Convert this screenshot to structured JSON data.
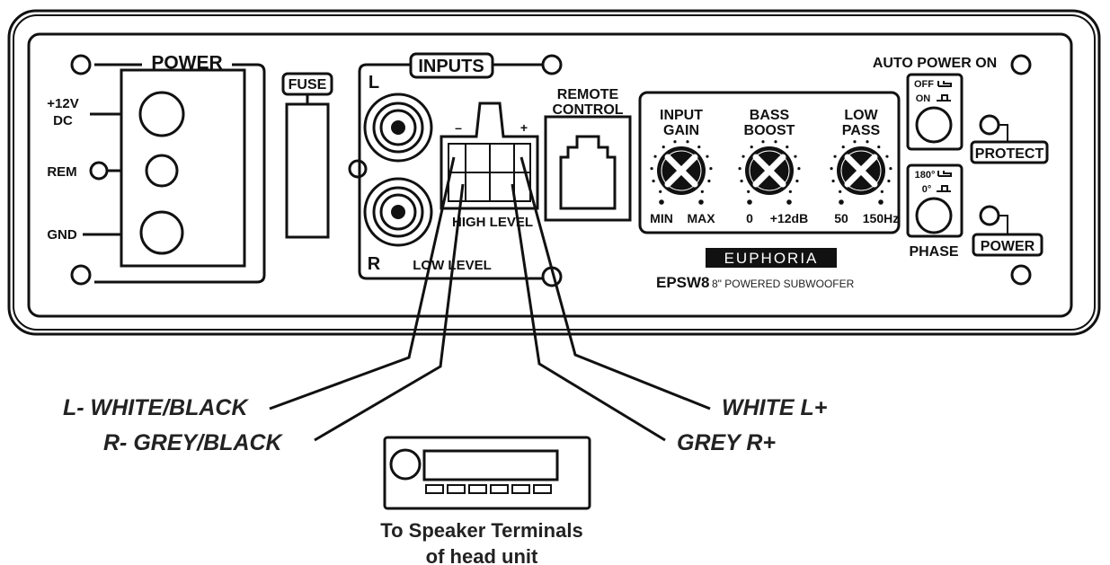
{
  "panel": {
    "power_section": {
      "title": "POWER",
      "plus12v_line1": "+12V",
      "plus12v_line2": "DC",
      "rem": "REM",
      "gnd": "GND"
    },
    "fuse": "FUSE",
    "inputs": {
      "title": "INPUTS",
      "left": "L",
      "right": "R",
      "minus": "–",
      "plus": "+",
      "high_level": "HIGH LEVEL",
      "low_level": "LOW LEVEL"
    },
    "remote_control": {
      "line1": "REMOTE",
      "line2": "CONTROL"
    },
    "knobs": [
      {
        "title_line1": "INPUT",
        "title_line2": "GAIN",
        "min": "MIN",
        "max": "MAX"
      },
      {
        "title_line1": "BASS",
        "title_line2": "BOOST",
        "min": "0",
        "max": "+12dB"
      },
      {
        "title_line1": "LOW",
        "title_line2": "PASS",
        "min": "50",
        "max": "150Hz"
      }
    ],
    "auto_power_on": "AUTO POWER ON",
    "auto_switch": {
      "off": "OFF",
      "on": "ON"
    },
    "phase_switch": {
      "deg180": "180°",
      "deg0": "0°",
      "label": "PHASE"
    },
    "protect": "PROTECT",
    "power_led": "POWER",
    "brand": "EUPHORIA",
    "model": "EPSW8",
    "model_desc": "8\" POWERED SUBWOOFER"
  },
  "wires": {
    "l_minus": "L-  WHITE/BLACK",
    "r_minus": "R-   GREY/BLACK",
    "l_plus": "WHITE  L+",
    "r_plus": "GREY  R+"
  },
  "head_unit": {
    "caption_line1": "To Speaker Terminals",
    "caption_line2": "of head unit"
  }
}
